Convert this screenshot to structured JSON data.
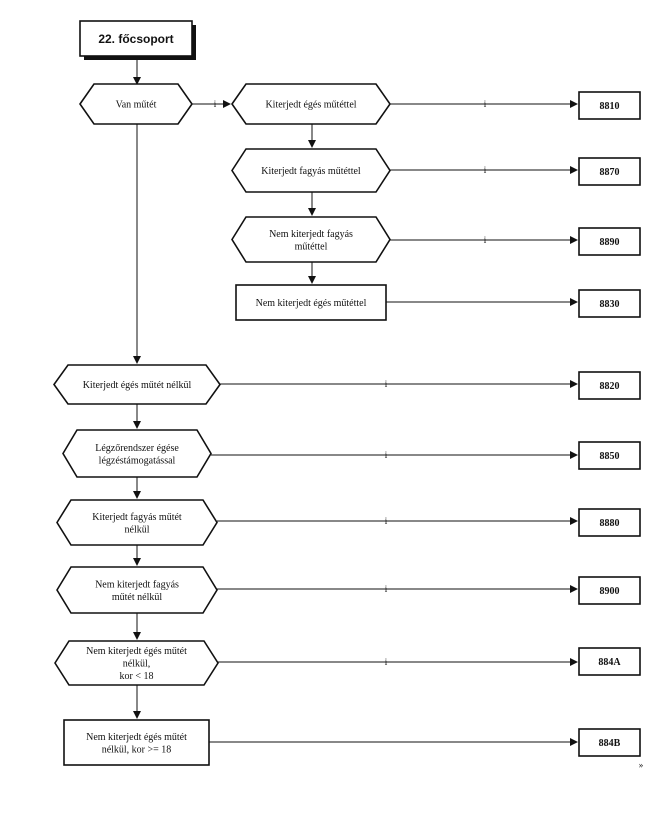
{
  "header": {
    "label": "22. főcsoport"
  },
  "branch_label": "i",
  "decisions": [
    {
      "id": "van-mutet",
      "lines": [
        "Van műtét"
      ]
    },
    {
      "id": "kiterjedt-eges-mutettel",
      "lines": [
        "Kiterjedt égés műtéttel"
      ]
    },
    {
      "id": "kiterjedt-fagyas-mutettel",
      "lines": [
        "Kiterjedt fagyás műtéttel"
      ]
    },
    {
      "id": "nem-kiterjedt-fagyas-mutettel",
      "lines": [
        "Nem kiterjedt fagyás",
        "műtéttel"
      ]
    },
    {
      "id": "kiterjedt-eges-mutet-nelkul",
      "lines": [
        "Kiterjedt égés műtét nélkül"
      ]
    },
    {
      "id": "legzorendszer-egese",
      "lines": [
        "Légzőrendszer égése",
        "légzéstámogatással"
      ]
    },
    {
      "id": "kiterjedt-fagyas-mutet-nelkul",
      "lines": [
        "Kiterjedt fagyás műtét",
        "nélkül"
      ]
    },
    {
      "id": "nem-kiterjedt-fagyas-mutet-nelkul",
      "lines": [
        "Nem kiterjedt fagyás",
        "műtét nélkül"
      ]
    },
    {
      "id": "nem-kiterjedt-eges-18-alatt",
      "lines": [
        "Nem kiterjedt égés műtét",
        "nélkül,",
        "kor <  18"
      ]
    }
  ],
  "processes": [
    {
      "id": "nem-kiterjedt-eges-mutettel",
      "lines": [
        "Nem kiterjedt égés műtéttel"
      ]
    },
    {
      "id": "nem-kiterjedt-eges-18-felett",
      "lines": [
        "Nem kiterjedt égés műtét",
        "nélkül, kor >= 18"
      ]
    }
  ],
  "codes": [
    "8810",
    "8870",
    "8890",
    "8830",
    "8820",
    "8850",
    "8880",
    "8900",
    "884A",
    "884B"
  ],
  "footnote": "»"
}
